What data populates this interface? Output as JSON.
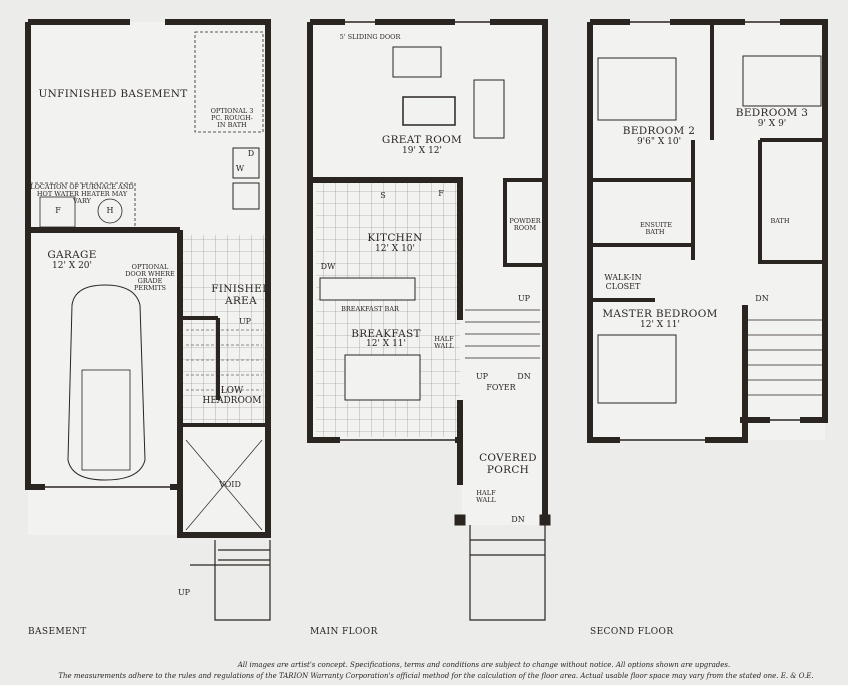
{
  "basement": {
    "title": "BASEMENT",
    "unfinished_basement": "UNFINISHED BASEMENT",
    "optional_bath": "OPTIONAL 3 PC. ROUGH-IN BATH",
    "furnace_note": "LOCATION OF FURNACE AND HOT WATER HEATER MAY VARY",
    "furnace": "F",
    "heater": "H",
    "washer_dryer_d": "D",
    "washer_dryer_w": "W",
    "garage": "GARAGE",
    "garage_dim": "12' X 20'",
    "optional_door": "OPTIONAL DOOR WHERE GRADE PERMITS",
    "finished_area": "FINISHED AREA",
    "stair_up": "UP",
    "low_headroom": "LOW HEADROOM",
    "void": "VOID",
    "entry_up": "UP"
  },
  "main_floor": {
    "title": "MAIN FLOOR",
    "sliding_door": "5' SLIDING DOOR",
    "great_room": "GREAT ROOM",
    "great_room_dim": "19' X 12'",
    "stove": "S",
    "fridge": "F",
    "powder_room": "POWDER ROOM",
    "kitchen": "KITCHEN",
    "kitchen_dim": "12' X 10'",
    "dishwasher": "DW",
    "breakfast_bar": "BREAKFAST BAR",
    "breakfast": "BREAKFAST",
    "breakfast_dim": "12' X 11'",
    "half_wall": "HALF WALL",
    "stair_up": "UP",
    "foyer_up": "UP",
    "foyer_dn": "DN",
    "foyer": "FOYER",
    "covered_porch": "COVERED PORCH",
    "porch_half_wall": "HALF WALL",
    "porch_dn": "DN"
  },
  "second_floor": {
    "title": "SECOND FLOOR",
    "bedroom2": "BEDROOM 2",
    "bedroom2_dim": "9'6\" X 10'",
    "bedroom3": "BEDROOM 3",
    "bedroom3_dim": "9' X 9'",
    "ensuite_bath": "ENSUITE BATH",
    "bath": "BATH",
    "walk_in_closet": "WALK-IN CLOSET",
    "stair_dn": "DN",
    "master_bedroom": "MASTER BEDROOM",
    "master_bedroom_dim": "12' X 11'"
  },
  "footer": {
    "line1": "All images are artist's concept. Specifications, terms and conditions are subject to change without notice. All options shown are upgrades.",
    "line2": "The measurements adhere to the rules and regulations of the TARION Warranty Corporation's official method for the calculation of the floor area. Actual usable floor space may vary from the stated one. E. & O.E."
  },
  "colors": {
    "wall": "#2b2522",
    "paper": "#ececea",
    "line": "#6a6460"
  }
}
